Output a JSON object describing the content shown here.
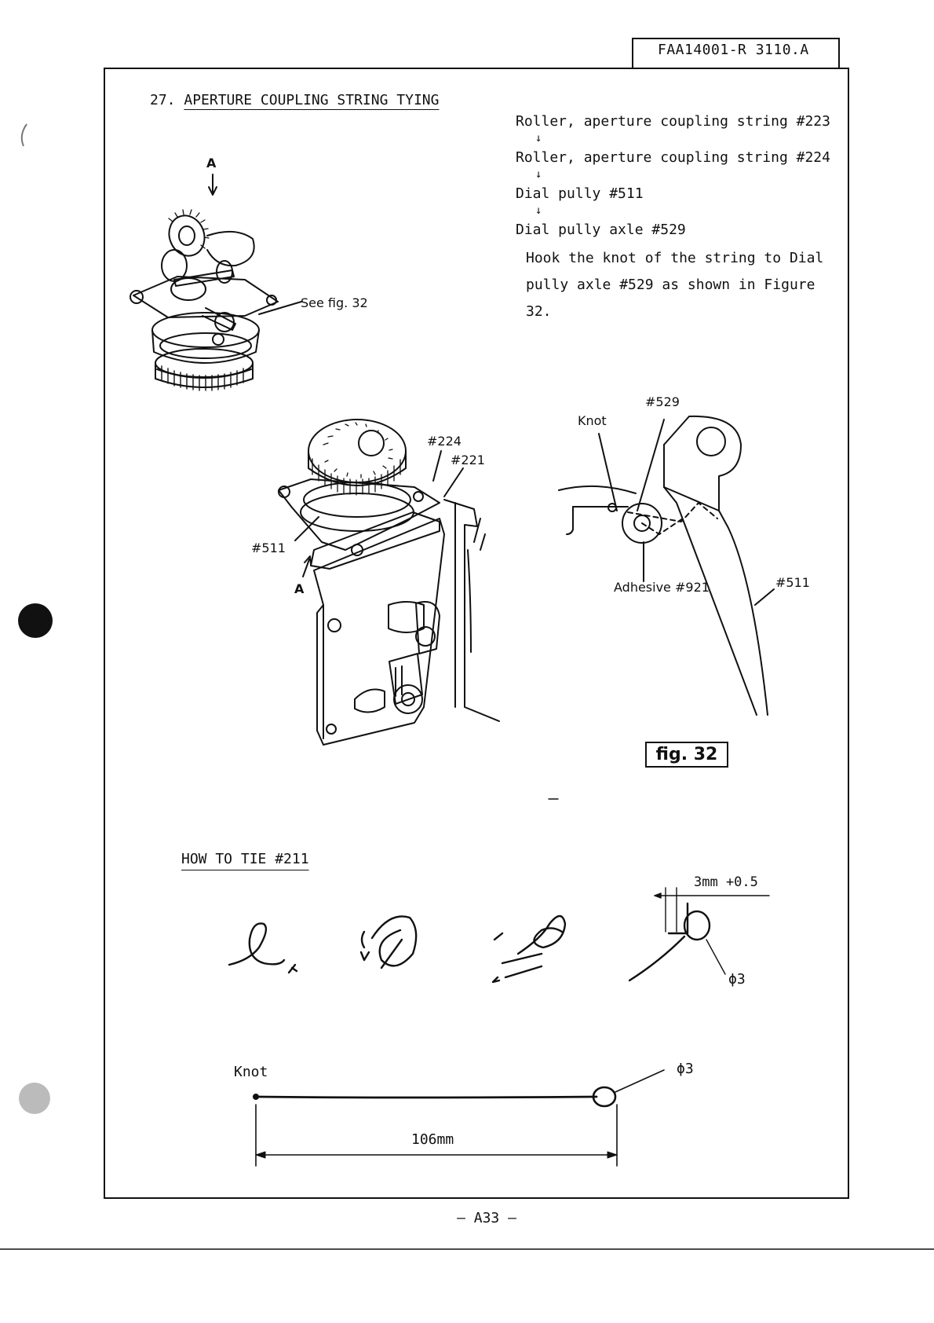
{
  "header": {
    "doc_number": "FAA14001-R 3110.A"
  },
  "section": {
    "number": "27.",
    "title": "APERTURE COUPLING STRING TYING"
  },
  "sequence": [
    "Roller, aperture coupling string #223",
    "Roller, aperture coupling string #224",
    "Dial pully #511",
    "Dial pully axle #529"
  ],
  "instruction_lines": [
    "Hook the knot of the string to Dial",
    "pully axle #529 as shown in Figure",
    "32."
  ],
  "figure_top": {
    "arrow_label": "A",
    "callout": "See fig. 32"
  },
  "figure_mid": {
    "label_224": "#224",
    "label_221": "#221",
    "label_511": "#511",
    "arrow_label": "A"
  },
  "figure_32": {
    "label_529": "#529",
    "label_knot": "Knot",
    "label_adhesive": "Adhesive #921",
    "label_511": "#511",
    "caption": "fig. 32"
  },
  "how_to_tie": {
    "heading": "HOW  TO TIE #211",
    "dimension_loop": "3mm +0.5",
    "diameter_label": "ϕ3"
  },
  "string_diagram": {
    "knot_label": "Knot",
    "diameter_label": "ϕ3",
    "length_label": "106mm"
  },
  "footer": {
    "page": "— A33 —"
  }
}
